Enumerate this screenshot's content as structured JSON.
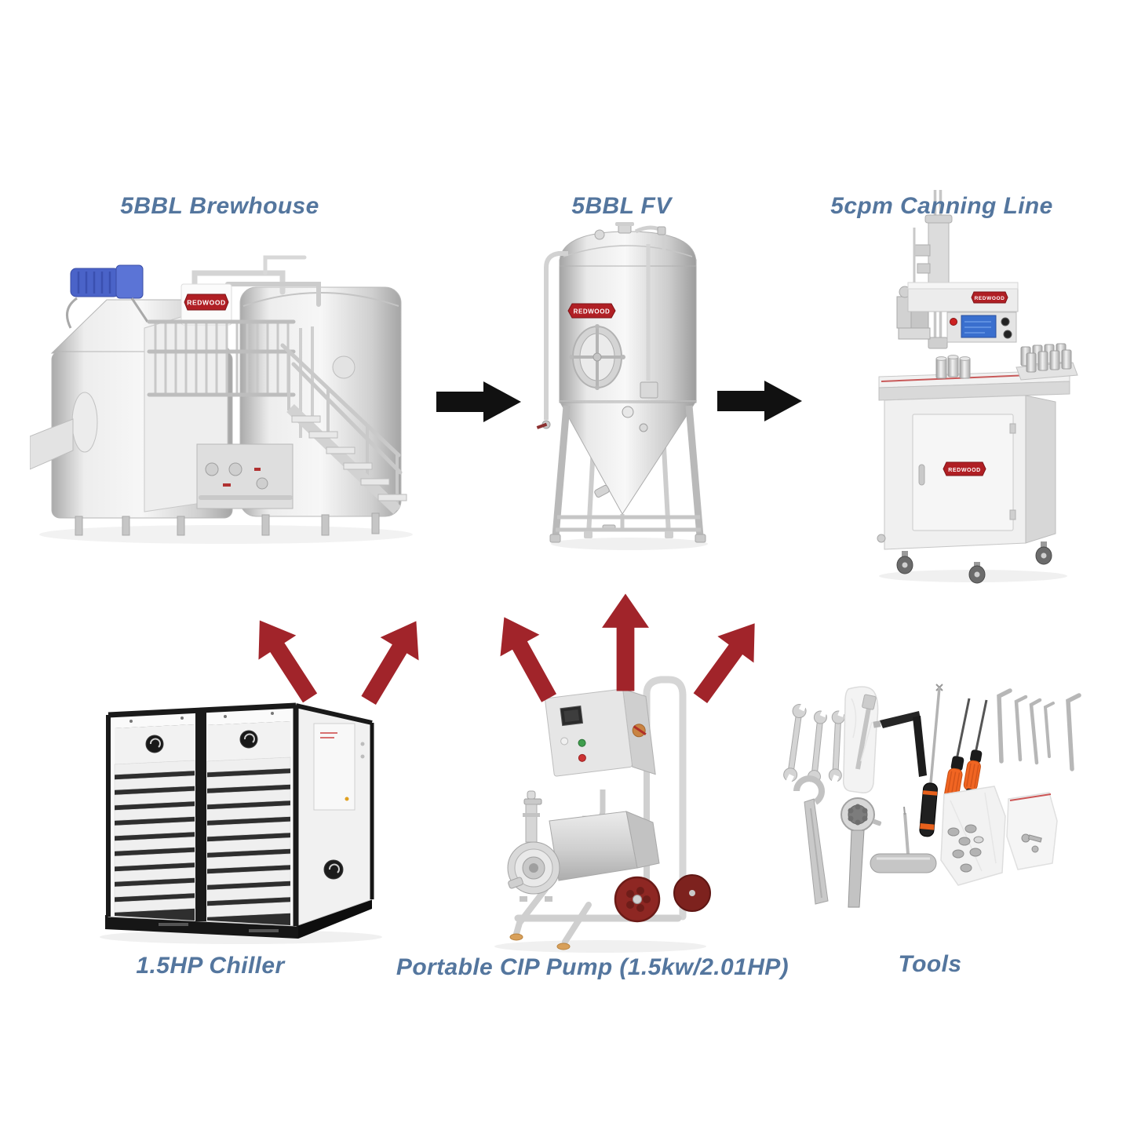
{
  "brand": "REDWOOD",
  "colors": {
    "background": "#ffffff",
    "label_text": "#54769e",
    "flow_arrow": "#111111",
    "supply_arrow": "#a1242a",
    "brand_badge": "#b01f24"
  },
  "process_row": {
    "items": [
      {
        "key": "brewhouse",
        "label": "5BBL Brewhouse"
      },
      {
        "key": "fermenter",
        "label": "5BBL FV"
      },
      {
        "key": "canning_line",
        "label": "5cpm Canning Line"
      }
    ]
  },
  "support_row": {
    "items": [
      {
        "key": "chiller",
        "label": "1.5HP Chiller"
      },
      {
        "key": "cip_pump",
        "label": "Portable CIP Pump (1.5kw/2.01HP)"
      },
      {
        "key": "tools",
        "label": "Tools"
      }
    ]
  },
  "connectors": {
    "flow_arrow_icon": "arrow-right",
    "flow_arrow_count": 2,
    "supply_arrow_icon": "arrow-up",
    "supply_arrow_count": 5
  }
}
